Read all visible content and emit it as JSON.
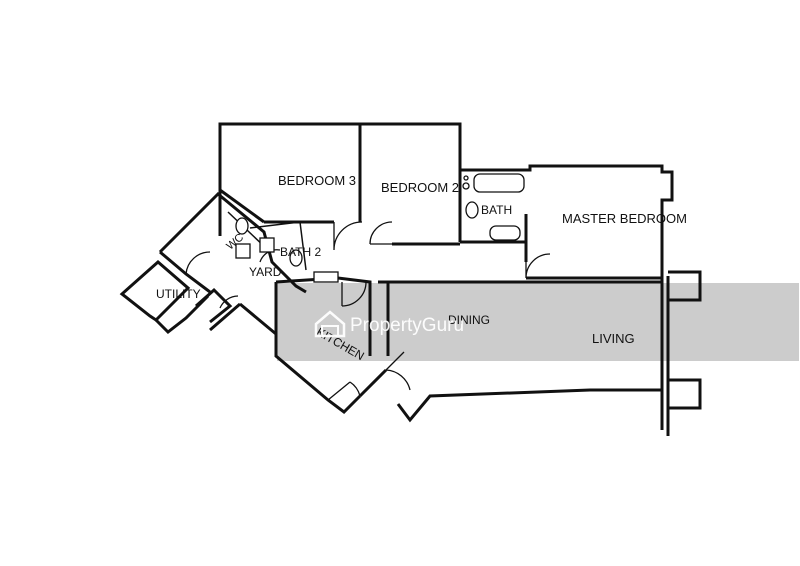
{
  "floor_plan": {
    "rooms": {
      "bedroom3": "BEDROOM 3",
      "bedroom2": "BEDROOM 2",
      "bath": "BATH",
      "master_bedroom": "MASTER BEDROOM",
      "wc": "WC",
      "bath2": "BATH 2",
      "yard": "YARD",
      "utility": "UTILITY",
      "kitchen": "KITCHEN",
      "dining": "DINING",
      "living": "LIVING"
    },
    "watermark": "PropertyGuru",
    "watermark_icon": "house-logo-icon"
  }
}
